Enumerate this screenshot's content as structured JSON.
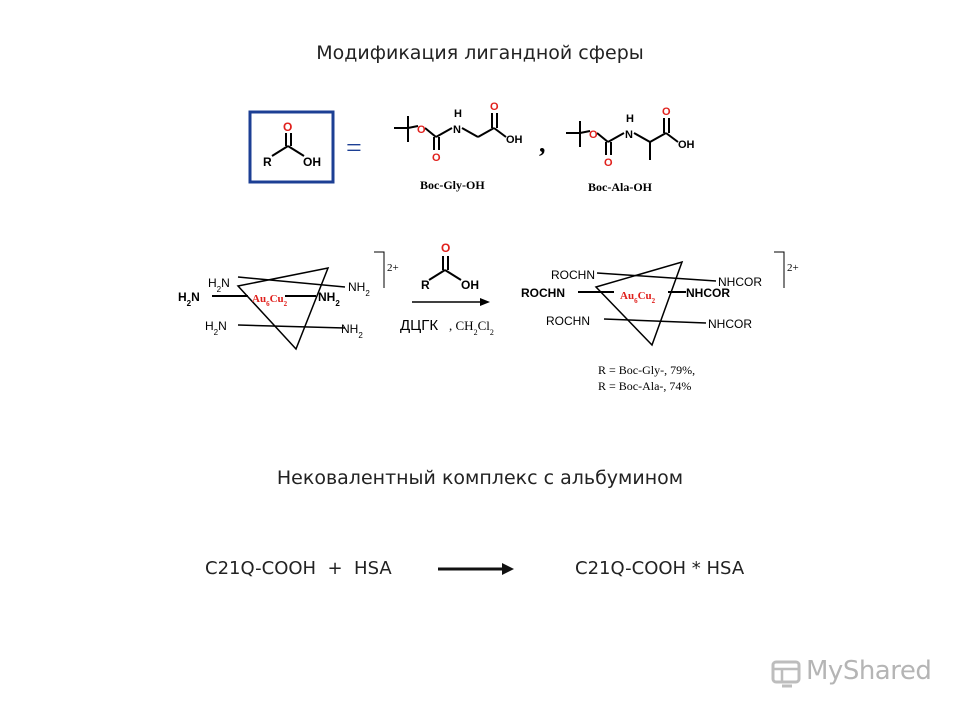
{
  "titles": {
    "modification": "Модификация лигандной сферы",
    "complex": "Нековалентный комплекс с альбумином"
  },
  "scheme1": {
    "acid_r": "R",
    "acid_o": "O",
    "acid_oh": "OH",
    "equals": "=",
    "comma": ",",
    "label_gly": "Boc-Gly-OH",
    "label_ala": "Boc-Ala-OH",
    "atom_o": "O",
    "atom_h": "H",
    "atom_n": "N",
    "atom_oh": "OH"
  },
  "scheme2": {
    "left": {
      "h2n_top": "H",
      "h2n_top_sub": "2",
      "h2n_top_n": "N",
      "nh2_top": "NH",
      "nh2_top_sub": "2",
      "h2n_mid": "H",
      "h2n_mid_sub": "2",
      "h2n_mid_n": "N",
      "nh2_mid": "NH",
      "nh2_mid_sub": "2",
      "h2n_bot": "H",
      "h2n_bot_sub": "2",
      "h2n_bot_n": "N",
      "nh2_bot": "NH",
      "nh2_bot_sub": "2",
      "core": "Au",
      "core_sub1": "6",
      "core_cu": "Cu",
      "core_sub2": "2",
      "charge": "2+"
    },
    "reagent": {
      "r": "R",
      "o": "O",
      "oh": "OH",
      "condition": "ДЦГК",
      "solvent_prefix": ", CH",
      "solvent_sub1": "2",
      "solvent_cl": "Cl",
      "solvent_sub2": "2"
    },
    "right": {
      "rochn_top": "ROCHN",
      "nhcor_top": "NHCOR",
      "rochn_mid": "ROCHN",
      "nhcor_mid": "NHCOR",
      "rochn_bot": "ROCHN",
      "nhcor_bot": "NHCOR",
      "core": "Au",
      "core_sub1": "6",
      "core_cu": "Cu",
      "core_sub2": "2",
      "charge": "2+"
    },
    "yields": [
      "R = Boc-Gly-, 79%,",
      "R = Boc-Ala-, 74%"
    ]
  },
  "equation": {
    "left": "C21Q-COOH  +  HSA",
    "right": "C21Q-COOH * HSA"
  },
  "watermark": {
    "text": "MyShared"
  },
  "colors": {
    "box_blue": "#1c3f94",
    "core_red": "#e0201c",
    "text_dark": "#222222"
  }
}
